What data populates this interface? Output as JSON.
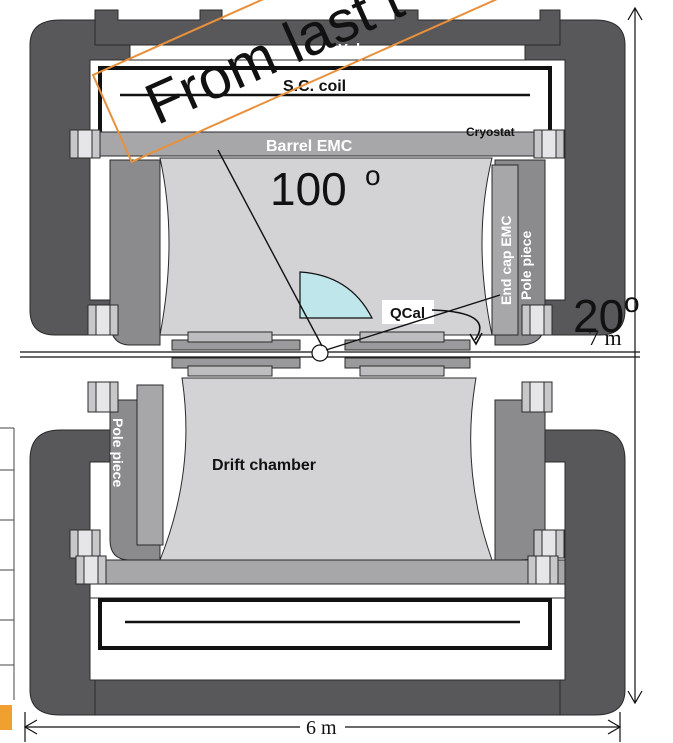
{
  "labels": {
    "yoke": "Yoke",
    "sc_coil": "S.C. coil",
    "cryostat": "Cryostat",
    "barrel_emc": "Barrel EMC",
    "endcap_emc": "End cap EMC",
    "pole_piece_right": "Pole piece",
    "pole_piece_left": "Pole piece",
    "qcal": "QCal",
    "drift_chamber": "Drift chamber",
    "angle_100": "100",
    "angle_20": "20",
    "degree_mark": "o",
    "height_dim": "7 m",
    "width_dim": "6 m"
  },
  "annotation": {
    "text": "From last t",
    "border_color": "#e8903c"
  },
  "colors": {
    "iron": "#58585a",
    "iron_light": "#6a6a6c",
    "emc": "#a7a7a9",
    "chamber": "#d3d3d5",
    "qcal_fill": "#bfe6ea",
    "line": "#111111"
  }
}
